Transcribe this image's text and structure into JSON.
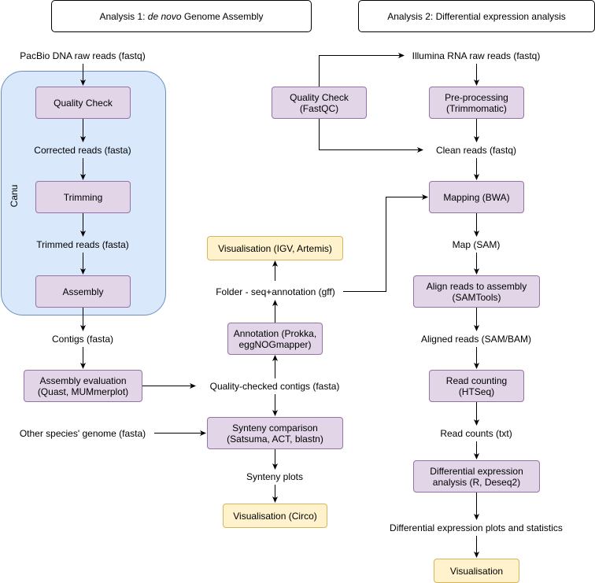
{
  "headers": {
    "analysis1": {
      "prefix": "Analysis 1: ",
      "emph": "de novo",
      "suffix": " Genome Assembly"
    },
    "analysis2": "Analysis 2: Differential expression analysis"
  },
  "group": {
    "label": "Canu",
    "color": "#dae8fc",
    "border": "#6c8ebf"
  },
  "colors": {
    "process_fill": "#e1d5e7",
    "process_border": "#9673a6",
    "output_fill": "#fff2cc",
    "output_border": "#d6b656"
  },
  "assembly": {
    "raw_reads": "PacBio DNA raw reads (fastq)",
    "quality_check": "Quality Check",
    "corrected_reads": "Corrected reads (fasta)",
    "trimming": "Trimming",
    "trimmed_reads": "Trimmed reads (fasta)",
    "assembly": "Assembly",
    "contigs": "Contigs (fasta)",
    "assembly_evaluation": "Assembly evaluation\n(Quast, MUMmerplot)",
    "other_genome": "Other species' genome (fasta)"
  },
  "middle": {
    "visualisation_igv": "Visualisation (IGV, Artemis)",
    "folder": "Folder - seq+annotation (gff)",
    "annotation": "Annotation (Prokka,\neggNOGmapper)",
    "qc_contigs": "Quality-checked contigs (fasta)",
    "synteny": "Synteny comparison\n(Satsuma, ACT, blastn)",
    "synteny_plots": "Synteny plots",
    "visualisation_circo": "Visualisation (Circo)"
  },
  "expression": {
    "quality_check": "Quality Check\n(FastQC)",
    "raw_reads": "Illumina RNA raw reads (fastq)",
    "preprocessing": "Pre-processing\n(Trimmomatic)",
    "clean_reads": "Clean reads (fastq)",
    "mapping": "Mapping (BWA)",
    "map": "Map (SAM)",
    "align": "Align reads to assembly\n(SAMTools)",
    "aligned_reads": "Aligned reads (SAM/BAM)",
    "read_counting": "Read counting\n(HTSeq)",
    "read_counts": "Read counts (txt)",
    "diff_analysis": "Differential expression\nanalysis (R, Deseq2)",
    "diff_plots": "Differential expression plots and statistics",
    "visualisation": "Visualisation"
  }
}
